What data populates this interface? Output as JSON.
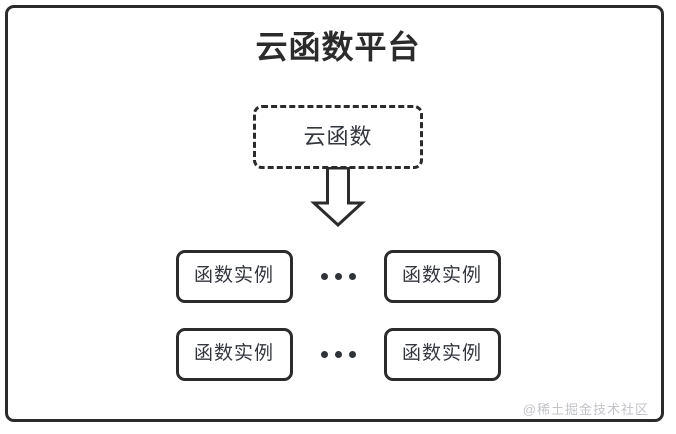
{
  "diagram": {
    "title": "云函数平台",
    "cloud_function": {
      "label": "云函数",
      "border_style": "dashed"
    },
    "arrow": {
      "icon_name": "down-block-arrow-icon",
      "direction": "down"
    },
    "instance_rows": [
      {
        "left_box_label": "函数实例",
        "ellipsis": "•••",
        "right_box_label": "函数实例"
      },
      {
        "left_box_label": "函数实例",
        "ellipsis": "•••",
        "right_box_label": "函数实例"
      }
    ],
    "watermark": "@稀土掘金技术社区",
    "colors": {
      "stroke": "#2b2b2b",
      "text": "#33373d",
      "background": "#ffffff",
      "watermark": "#c2c4c8"
    }
  }
}
